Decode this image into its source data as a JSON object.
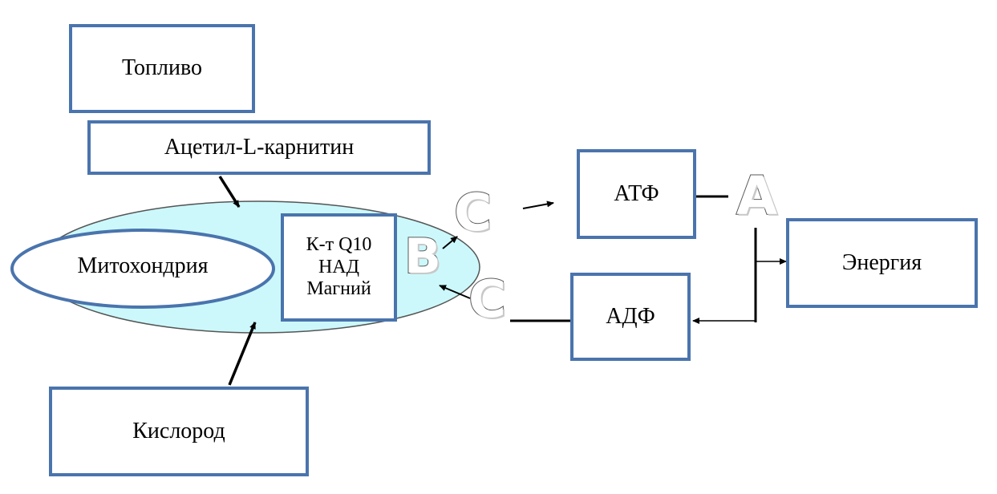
{
  "labels": {
    "fuel": "Топливо",
    "acetyl_carnitine": "Ацетил-L-карнитин",
    "mitochondria": "Митохондрия",
    "cofactors": [
      "К-т Q10",
      "НАД",
      "Магний"
    ],
    "oxygen": "Кислород",
    "atp": "АТФ",
    "adp": "АДФ",
    "energy": "Энергия"
  },
  "markers": {
    "a": "A",
    "b": "B",
    "c_top": "C",
    "c_bottom": "C"
  },
  "colors": {
    "box_border": "#4a74ad",
    "cell_fill": "#ccf8fb",
    "arrow": "#000000"
  }
}
